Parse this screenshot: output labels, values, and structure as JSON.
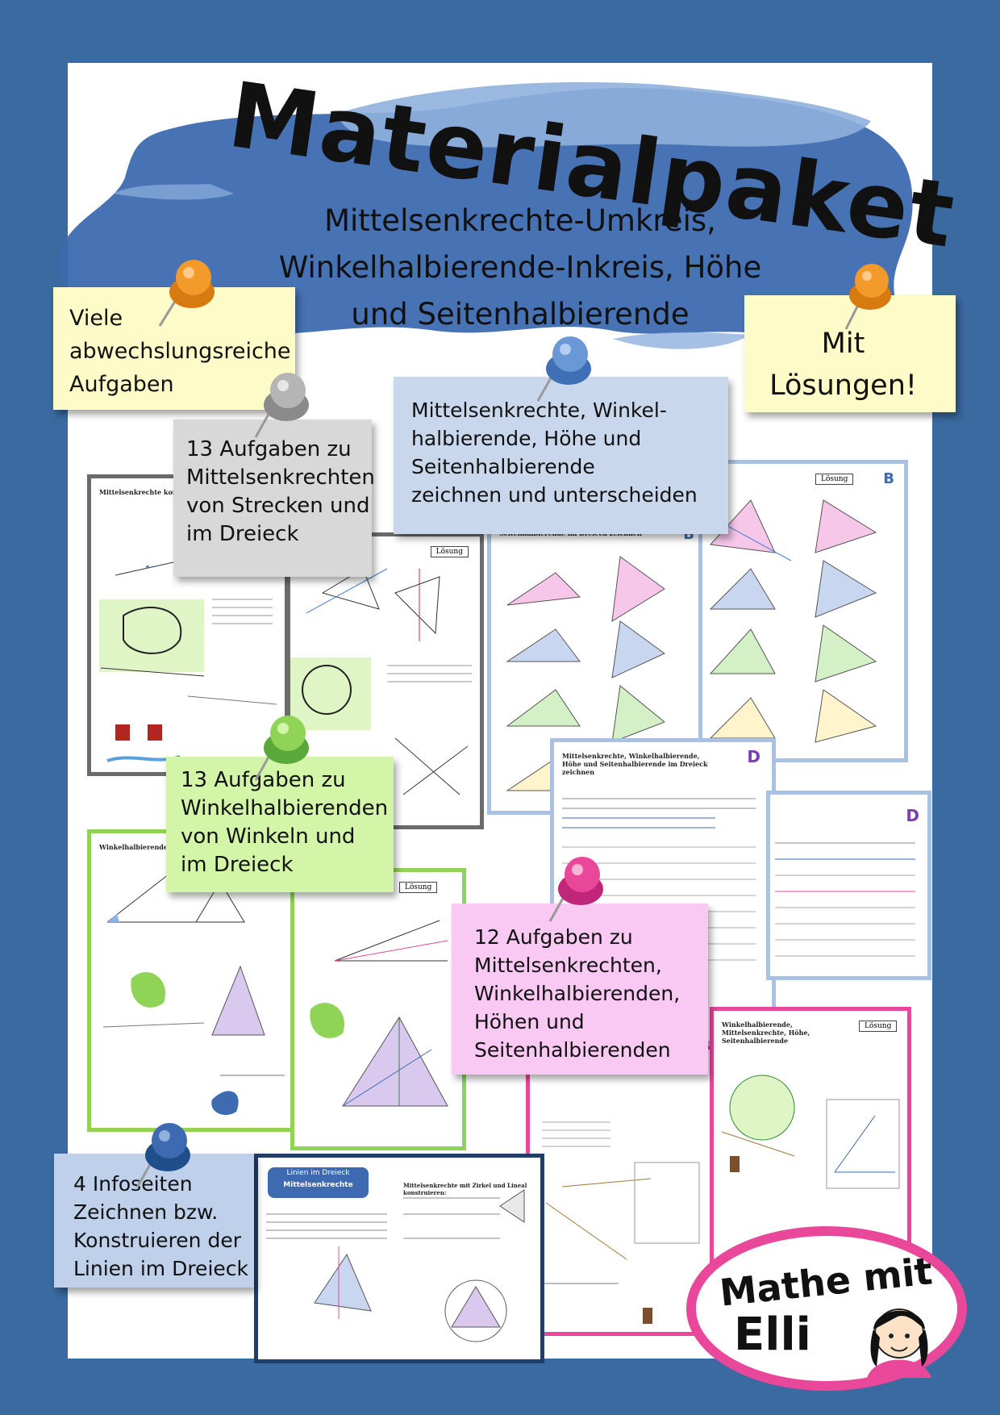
{
  "title": "Materialpaket",
  "subtitle_lines": [
    "Mittelsenkrechte-Umkreis,",
    "Winkelhalbierende-Inkreis, Höhe",
    "und Seitenhalbierende"
  ],
  "notes": {
    "viele": [
      "Viele",
      "abwechslungsreiche",
      "Aufgaben"
    ],
    "mit": [
      "Mit",
      "Lösungen!"
    ],
    "gray": [
      "13 Aufgaben zu",
      "Mittelsenkrechten",
      "von Strecken und",
      "im Dreieck"
    ],
    "blue": [
      "Mittelsenkrechte, Winkel-",
      "halbierende, Höhe und",
      "Seitenhalbierende",
      "zeichnen und unterscheiden"
    ],
    "green": [
      "13 Aufgaben zu",
      "Winkelhalbierenden",
      "von Winkeln und",
      "im Dreieck"
    ],
    "pink": [
      "12 Aufgaben zu",
      "Mittelsenkrechten,",
      "Winkelhalbierenden,",
      "Höhen und",
      "Seitenhalbierenden"
    ],
    "info": [
      "4 Infoseiten",
      "Zeichnen bzw.",
      "Konstruieren der",
      "Linien im Dreieck"
    ]
  },
  "logo": {
    "line1": "Mathe mit",
    "line2": "Elli"
  },
  "pages": {
    "mittelsenkrechte": "Mittelsenkrechte konstruieren",
    "loesung": "Lösung",
    "zeichnen": "Seitenhalbierende im Dreieck zeichnen",
    "vergleich": "Mittelsenkrechte, Winkelhalbierende, Höhe und Seitenhalbierende im Dreieck zeichnen",
    "winkel": "Winkelhalbierende konstruieren",
    "mix": "Winkelhalbierende, Mittelsenkrechte, Höhe, Seitenhalbierende",
    "info_title": "Linien im Dreieck",
    "info_sub": "Mittelsenkrechte",
    "info_right": "Mittelsenkrechte mit Zirkel und Lineal konstruieren:",
    "letter_b": "B",
    "letter_d": "D"
  },
  "colors": {
    "background": "#3a6aa0",
    "cloud": "#4f7dbd",
    "yellow_note": "#fdfbc8",
    "gray_note": "#d8d8d8",
    "blue_note": "#c9d7ec",
    "green_note": "#d2f5a8",
    "pink_note": "#f9c8f3",
    "info_note": "#bed0ea",
    "logo_ring": "#e9479a"
  }
}
